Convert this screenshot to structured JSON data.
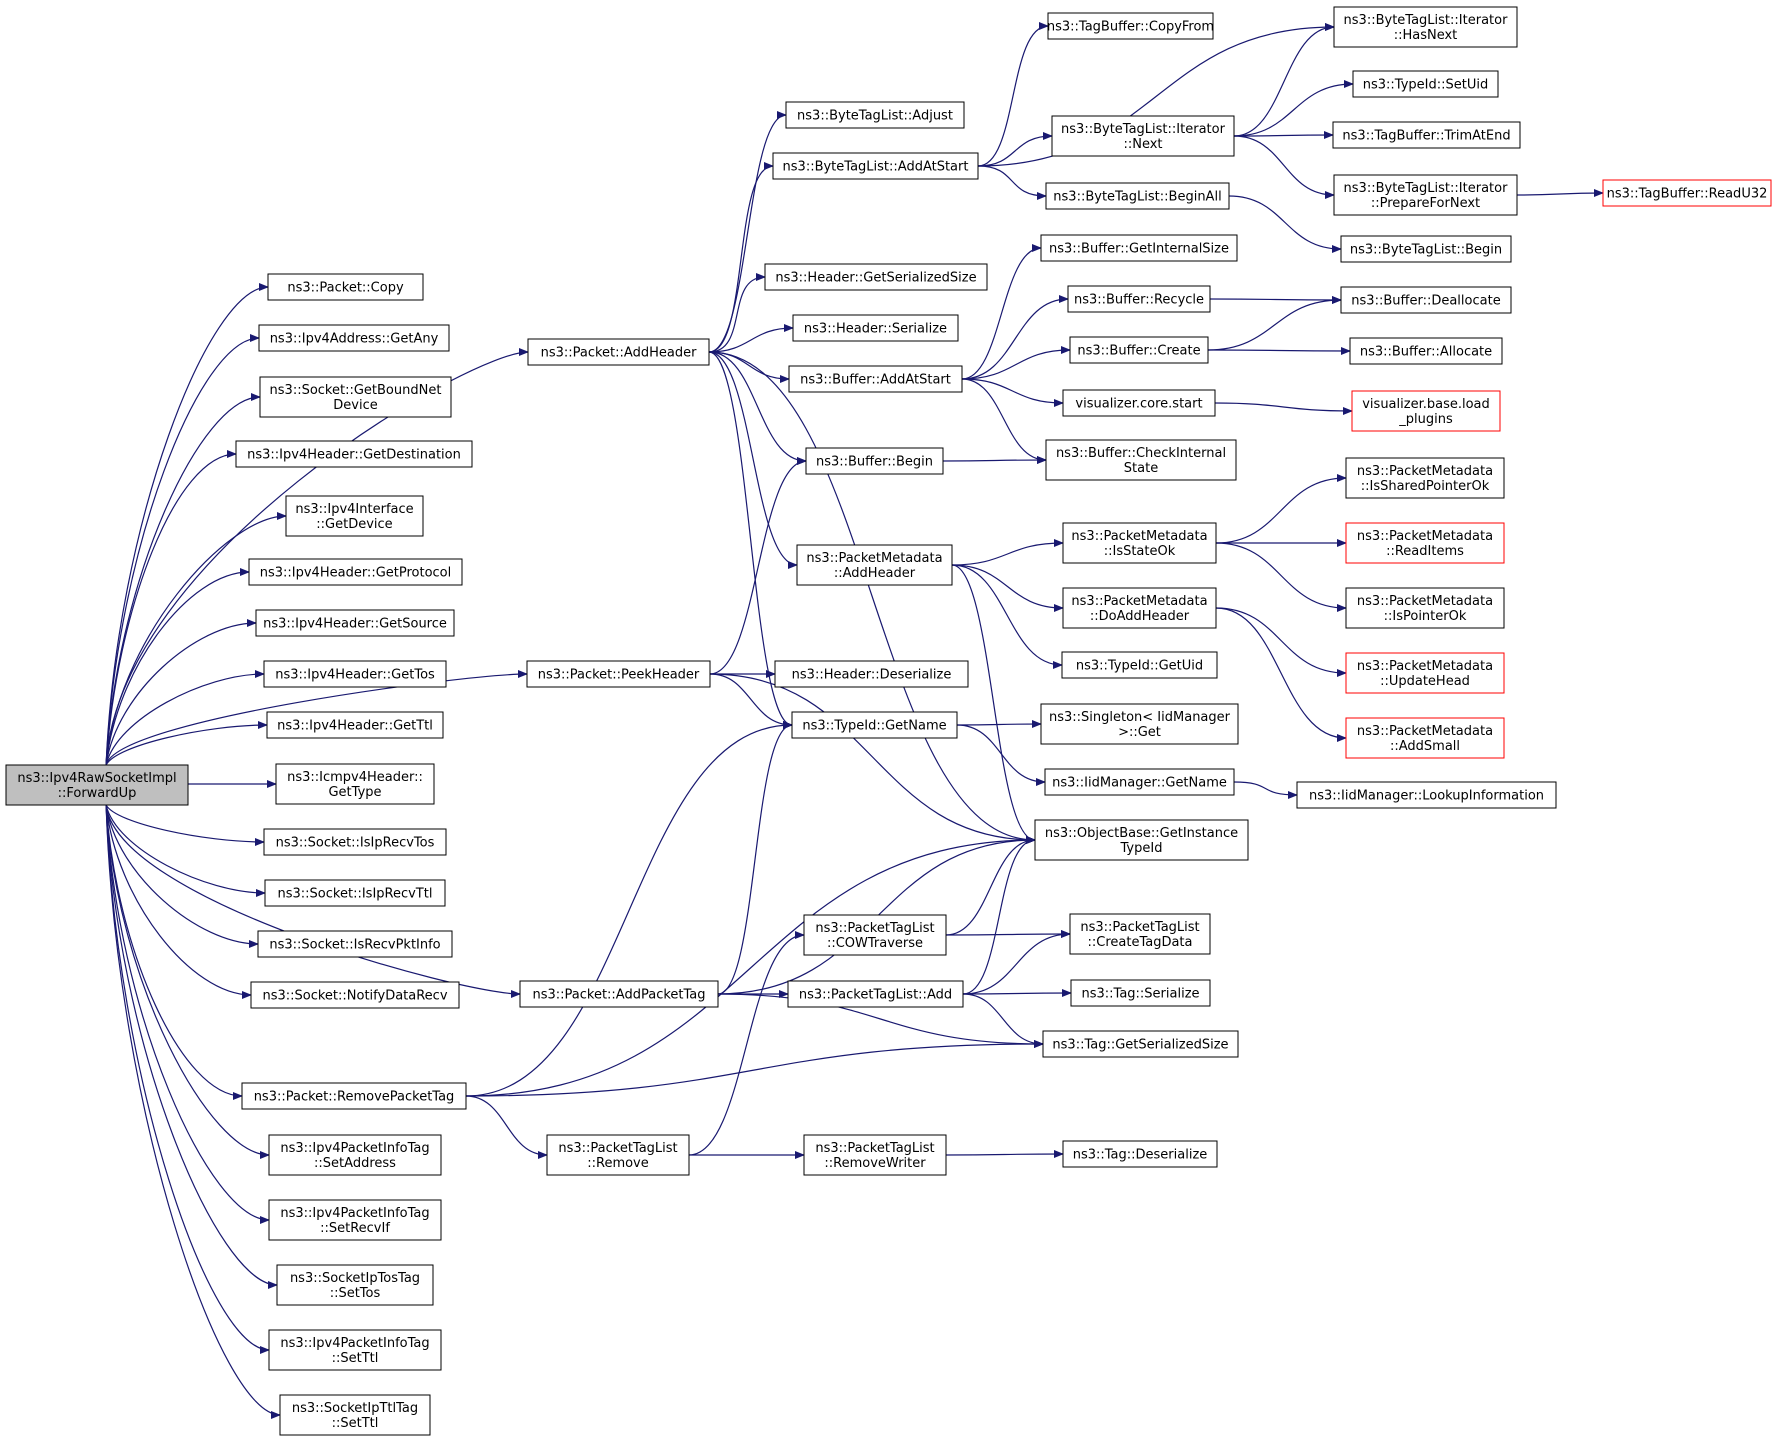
{
  "colors": {
    "edge": "#191970",
    "box_border": "#000000",
    "root_fill": "#bfbfbf",
    "truncated_border": "#ff0000",
    "box_fill": "#ffffff"
  },
  "nodes": [
    {
      "id": "root",
      "lines": [
        "ns3::Ipv4RawSocketImpl",
        "::ForwardUp"
      ],
      "kind": "root"
    },
    {
      "id": "copy",
      "lines": [
        "ns3::Packet::Copy"
      ],
      "kind": "normal"
    },
    {
      "id": "getany",
      "lines": [
        "ns3::Ipv4Address::GetAny"
      ],
      "kind": "normal"
    },
    {
      "id": "getbound",
      "lines": [
        "ns3::Socket::GetBoundNet",
        "Device"
      ],
      "kind": "normal"
    },
    {
      "id": "getdest",
      "lines": [
        "ns3::Ipv4Header::GetDestination"
      ],
      "kind": "normal"
    },
    {
      "id": "ifdevice",
      "lines": [
        "ns3::Ipv4Interface",
        "::GetDevice"
      ],
      "kind": "normal"
    },
    {
      "id": "getproto",
      "lines": [
        "ns3::Ipv4Header::GetProtocol"
      ],
      "kind": "normal"
    },
    {
      "id": "getsource",
      "lines": [
        "ns3::Ipv4Header::GetSource"
      ],
      "kind": "normal"
    },
    {
      "id": "gettos",
      "lines": [
        "ns3::Ipv4Header::GetTos"
      ],
      "kind": "normal"
    },
    {
      "id": "getttl",
      "lines": [
        "ns3::Ipv4Header::GetTtl"
      ],
      "kind": "normal"
    },
    {
      "id": "icmptype",
      "lines": [
        "ns3::Icmpv4Header::",
        "GetType"
      ],
      "kind": "normal"
    },
    {
      "id": "isiprecvtos",
      "lines": [
        "ns3::Socket::IsIpRecvTos"
      ],
      "kind": "normal"
    },
    {
      "id": "isiprecvttl",
      "lines": [
        "ns3::Socket::IsIpRecvTtl"
      ],
      "kind": "normal"
    },
    {
      "id": "isrecvpkt",
      "lines": [
        "ns3::Socket::IsRecvPktInfo"
      ],
      "kind": "normal"
    },
    {
      "id": "notifydata",
      "lines": [
        "ns3::Socket::NotifyDataRecv"
      ],
      "kind": "normal"
    },
    {
      "id": "removetag",
      "lines": [
        "ns3::Packet::RemovePacketTag"
      ],
      "kind": "normal"
    },
    {
      "id": "setaddress",
      "lines": [
        "ns3::Ipv4PacketInfoTag",
        "::SetAddress"
      ],
      "kind": "normal"
    },
    {
      "id": "setrecvif",
      "lines": [
        "ns3::Ipv4PacketInfoTag",
        "::SetRecvIf"
      ],
      "kind": "normal"
    },
    {
      "id": "settos",
      "lines": [
        "ns3::SocketIpTosTag",
        "::SetTos"
      ],
      "kind": "normal"
    },
    {
      "id": "setttl",
      "lines": [
        "ns3::Ipv4PacketInfoTag",
        "::SetTtl"
      ],
      "kind": "normal"
    },
    {
      "id": "setttl2",
      "lines": [
        "ns3::SocketIpTtlTag",
        "::SetTtl"
      ],
      "kind": "normal"
    },
    {
      "id": "addheader",
      "lines": [
        "ns3::Packet::AddHeader"
      ],
      "kind": "normal"
    },
    {
      "id": "peekheader",
      "lines": [
        "ns3::Packet::PeekHeader"
      ],
      "kind": "normal"
    },
    {
      "id": "addpackettag",
      "lines": [
        "ns3::Packet::AddPacketTag"
      ],
      "kind": "normal"
    },
    {
      "id": "ptlremove",
      "lines": [
        "ns3::PacketTagList",
        "::Remove"
      ],
      "kind": "normal"
    },
    {
      "id": "btladjust",
      "lines": [
        "ns3::ByteTagList::Adjust"
      ],
      "kind": "normal"
    },
    {
      "id": "btladdatstart",
      "lines": [
        "ns3::ByteTagList::AddAtStart"
      ],
      "kind": "normal"
    },
    {
      "id": "hdrgetsize",
      "lines": [
        "ns3::Header::GetSerializedSize"
      ],
      "kind": "normal"
    },
    {
      "id": "hdrserialize",
      "lines": [
        "ns3::Header::Serialize"
      ],
      "kind": "normal"
    },
    {
      "id": "bufaddatstart",
      "lines": [
        "ns3::Buffer::AddAtStart"
      ],
      "kind": "normal"
    },
    {
      "id": "bufbegin",
      "lines": [
        "ns3::Buffer::Begin"
      ],
      "kind": "normal"
    },
    {
      "id": "pmaddheader",
      "lines": [
        "ns3::PacketMetadata",
        "::AddHeader"
      ],
      "kind": "normal"
    },
    {
      "id": "hdrdeserialize",
      "lines": [
        "ns3::Header::Deserialize"
      ],
      "kind": "normal"
    },
    {
      "id": "typeidgetname",
      "lines": [
        "ns3::TypeId::GetName"
      ],
      "kind": "normal"
    },
    {
      "id": "ptlcow",
      "lines": [
        "ns3::PacketTagList",
        "::COWTraverse"
      ],
      "kind": "normal"
    },
    {
      "id": "ptladd",
      "lines": [
        "ns3::PacketTagList::Add"
      ],
      "kind": "normal"
    },
    {
      "id": "ptlremovewriter",
      "lines": [
        "ns3::PacketTagList",
        "::RemoveWriter"
      ],
      "kind": "normal"
    },
    {
      "id": "tbcopyfrom",
      "lines": [
        "ns3::TagBuffer::CopyFrom"
      ],
      "kind": "normal"
    },
    {
      "id": "btlitnext",
      "lines": [
        "ns3::ByteTagList::Iterator",
        "::Next"
      ],
      "kind": "normal"
    },
    {
      "id": "btlbeginall",
      "lines": [
        "ns3::ByteTagList::BeginAll"
      ],
      "kind": "normal"
    },
    {
      "id": "bufgetinternal",
      "lines": [
        "ns3::Buffer::GetInternalSize"
      ],
      "kind": "normal"
    },
    {
      "id": "bufrecycle",
      "lines": [
        "ns3::Buffer::Recycle"
      ],
      "kind": "normal"
    },
    {
      "id": "bufcreate",
      "lines": [
        "ns3::Buffer::Create"
      ],
      "kind": "normal"
    },
    {
      "id": "viscorestart",
      "lines": [
        "visualizer.core.start"
      ],
      "kind": "normal"
    },
    {
      "id": "bufcheckinternal",
      "lines": [
        "ns3::Buffer::CheckInternal",
        "State"
      ],
      "kind": "normal"
    },
    {
      "id": "pmisstateok",
      "lines": [
        "ns3::PacketMetadata",
        "::IsStateOk"
      ],
      "kind": "normal"
    },
    {
      "id": "pmdoaddheader",
      "lines": [
        "ns3::PacketMetadata",
        "::DoAddHeader"
      ],
      "kind": "normal"
    },
    {
      "id": "typeidgetuid",
      "lines": [
        "ns3::TypeId::GetUid"
      ],
      "kind": "normal"
    },
    {
      "id": "singletonget",
      "lines": [
        "ns3::Singleton< IidManager",
        " >::Get"
      ],
      "kind": "normal"
    },
    {
      "id": "iidgetname",
      "lines": [
        "ns3::IidManager::GetName"
      ],
      "kind": "normal"
    },
    {
      "id": "objgetinstance",
      "lines": [
        "ns3::ObjectBase::GetInstance",
        "TypeId"
      ],
      "kind": "normal"
    },
    {
      "id": "ptlcreatetag",
      "lines": [
        "ns3::PacketTagList",
        "::CreateTagData"
      ],
      "kind": "normal"
    },
    {
      "id": "tagserialize",
      "lines": [
        "ns3::Tag::Serialize"
      ],
      "kind": "normal"
    },
    {
      "id": "taggetsize",
      "lines": [
        "ns3::Tag::GetSerializedSize"
      ],
      "kind": "normal"
    },
    {
      "id": "tagdeserialize",
      "lines": [
        "ns3::Tag::Deserialize"
      ],
      "kind": "normal"
    },
    {
      "id": "btlithasnext",
      "lines": [
        "ns3::ByteTagList::Iterator",
        "::HasNext"
      ],
      "kind": "normal"
    },
    {
      "id": "typeidsetuid",
      "lines": [
        "ns3::TypeId::SetUid"
      ],
      "kind": "normal"
    },
    {
      "id": "tbtrimatend",
      "lines": [
        "ns3::TagBuffer::TrimAtEnd"
      ],
      "kind": "normal"
    },
    {
      "id": "btlitprepare",
      "lines": [
        "ns3::ByteTagList::Iterator",
        "::PrepareForNext"
      ],
      "kind": "normal"
    },
    {
      "id": "btlbegin",
      "lines": [
        "ns3::ByteTagList::Begin"
      ],
      "kind": "normal"
    },
    {
      "id": "bufdeallocate",
      "lines": [
        "ns3::Buffer::Deallocate"
      ],
      "kind": "normal"
    },
    {
      "id": "bufallocate",
      "lines": [
        "ns3::Buffer::Allocate"
      ],
      "kind": "normal"
    },
    {
      "id": "visbaseload",
      "lines": [
        "visualizer.base.load",
        "_plugins"
      ],
      "kind": "truncated"
    },
    {
      "id": "pmissharedptr",
      "lines": [
        "ns3::PacketMetadata",
        "::IsSharedPointerOk"
      ],
      "kind": "normal"
    },
    {
      "id": "pmreaditems",
      "lines": [
        "ns3::PacketMetadata",
        "::ReadItems"
      ],
      "kind": "truncated"
    },
    {
      "id": "pmispointerok",
      "lines": [
        "ns3::PacketMetadata",
        "::IsPointerOk"
      ],
      "kind": "normal"
    },
    {
      "id": "pmupdatehead",
      "lines": [
        "ns3::PacketMetadata",
        "::UpdateHead"
      ],
      "kind": "truncated"
    },
    {
      "id": "pmaddsmall",
      "lines": [
        "ns3::PacketMetadata",
        "::AddSmall"
      ],
      "kind": "truncated"
    },
    {
      "id": "iidlookup",
      "lines": [
        "ns3::IidManager::LookupInformation"
      ],
      "kind": "normal"
    },
    {
      "id": "tbreadu32",
      "lines": [
        "ns3::TagBuffer::ReadU32"
      ],
      "kind": "truncated"
    }
  ]
}
